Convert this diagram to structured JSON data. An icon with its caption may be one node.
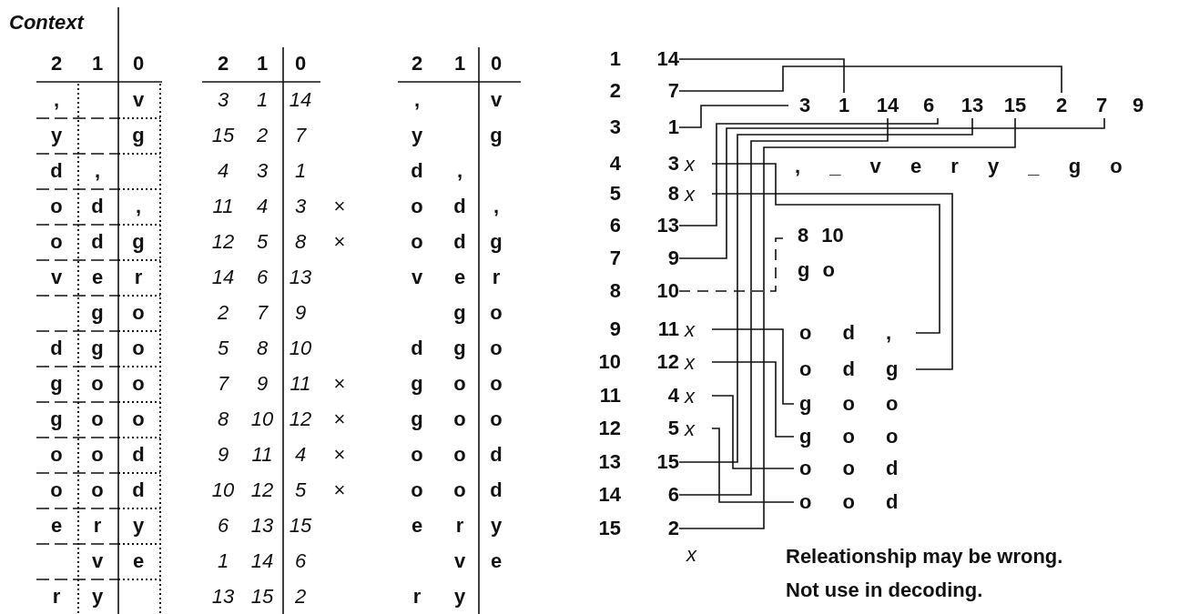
{
  "diagram": {
    "nodes": [
      {
        "text": [
          "14"
        ]
      },
      {
        "text": [
          "7"
        ]
      },
      {
        "text": [
          "1"
        ]
      },
      {
        "text": [
          "3"
        ],
        "beside": [
          "x"
        ]
      },
      {
        "text": [
          "8"
        ],
        "beside": [
          "x"
        ]
      },
      {
        "text": [
          "13"
        ]
      },
      {
        "text": [
          "9"
        ]
      },
      {
        "text": [
          "10"
        ]
      },
      {
        "text": [
          "11"
        ],
        "beside": [
          "x"
        ]
      },
      {
        "text": [
          "12"
        ],
        "beside": [
          "x"
        ]
      },
      {
        "text": [
          "4"
        ],
        "beside": [
          "x"
        ]
      },
      {
        "text": [
          "5"
        ],
        "beside": [
          "x"
        ]
      },
      {
        "text": [
          "15"
        ]
      },
      {
        "text": [
          "6"
        ]
      },
      {
        "text": [
          "2"
        ]
      },
      {
        "text": [
          "3"
        ]
      },
      {
        "text": [
          "1"
        ]
      },
      {
        "text": [
          "14"
        ]
      },
      {
        "text": [
          "6"
        ]
      },
      {
        "text": [
          "13"
        ]
      },
      {
        "text": [
          "15"
        ]
      },
      {
        "text": [
          "2"
        ]
      },
      {
        "text": [
          "7"
        ]
      },
      {
        "text": [
          "9"
        ]
      },
      {
        "text": [
          "8 10",
          "g o"
        ]
      },
      {
        "text": [
          "o d ,"
        ]
      },
      {
        "text": [
          "o d g"
        ]
      },
      {
        "text": [
          "g o o"
        ]
      },
      {
        "text": [
          "g o o"
        ]
      },
      {
        "text": [
          "o o d"
        ]
      },
      {
        "text": [
          "o o d"
        ]
      }
    ],
    "edges": [
      {
        "from": 0,
        "to": 16,
        "arrow": "none"
      },
      {
        "from": 1,
        "to": 21,
        "arrow": "none"
      },
      {
        "from": 2,
        "to": 15,
        "arrow": "none"
      },
      {
        "from": 3,
        "to": 25,
        "arrow": "none"
      },
      {
        "from": 4,
        "to": 26,
        "arrow": "none"
      },
      {
        "from": 5,
        "to": 18,
        "arrow": "none"
      },
      {
        "from": 6,
        "to": 22,
        "arrow": "none"
      },
      {
        "from": 7,
        "to": 24,
        "arrow": "none",
        "style": "dashed"
      },
      {
        "from": 8,
        "to": 27,
        "arrow": "none"
      },
      {
        "from": 9,
        "to": 28,
        "arrow": "none"
      },
      {
        "from": 10,
        "to": 29,
        "arrow": "none"
      },
      {
        "from": 11,
        "to": 30,
        "arrow": "none"
      },
      {
        "from": 12,
        "to": 19,
        "arrow": "none"
      },
      {
        "from": 13,
        "to": 17,
        "arrow": "none"
      },
      {
        "from": 14,
        "to": 20,
        "arrow": "none"
      }
    ],
    "labels": [
      "Context",
      "2",
      "1",
      "0",
      ",",
      "v",
      "y",
      "g",
      "d",
      ",",
      "o",
      "d",
      ",",
      "o",
      "d",
      "g",
      "v",
      "e",
      "r",
      "g",
      "o",
      "d",
      "g",
      "o",
      "g",
      "o",
      "o",
      "g",
      "o",
      "o",
      "o",
      "o",
      "d",
      "o",
      "o",
      "d",
      "e",
      "r",
      "y",
      "v",
      "e",
      "r",
      "y",
      "2",
      "1",
      "0",
      "3",
      "1",
      "14",
      "15",
      "2",
      "7",
      "4",
      "3",
      "1",
      "11",
      "4",
      "3",
      "×",
      "12",
      "5",
      "8",
      "×",
      "14",
      "6",
      "13",
      "2",
      "7",
      "9",
      "5",
      "8",
      "10",
      "7",
      "9",
      "11",
      "×",
      "8",
      "10",
      "12",
      "×",
      "9",
      "11",
      "4",
      "×",
      "10",
      "12",
      "5",
      "×",
      "6",
      "13",
      "15",
      "1",
      "14",
      "6",
      "13",
      "15",
      "2",
      "2",
      "1",
      "0",
      ",",
      "v",
      "y",
      "g",
      "d",
      ",",
      "o",
      "d",
      ",",
      "o",
      "d",
      "g",
      "v",
      "e",
      "r",
      "g",
      "o",
      "d",
      "g",
      "o",
      "g",
      "o",
      "o",
      "g",
      "o",
      "o",
      "o",
      "o",
      "d",
      "o",
      "o",
      "d",
      "e",
      "r",
      "y",
      "v",
      "e",
      "r",
      "y",
      "1",
      "2",
      "3",
      "4",
      "5",
      "6",
      "7",
      "8",
      "9",
      "10",
      "11",
      "12",
      "13",
      "14",
      "15",
      ", _ v e r y _ g o",
      "x",
      "Releationship may be wrong. Not use in decoding."
    ]
  }
}
